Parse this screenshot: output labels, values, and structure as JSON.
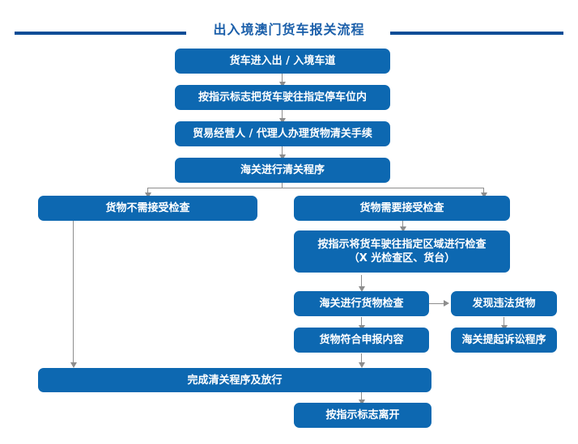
{
  "header": {
    "title": "出入境澳门货车报关流程",
    "rule_color": "#0d4d96",
    "title_color": "#1b5faa"
  },
  "theme": {
    "node_fill": "#0d68b1",
    "node_text": "#ffffff",
    "connector": "#8d8d8d",
    "background": "#ffffff"
  },
  "flow": {
    "nodes": [
      {
        "id": "n1",
        "label": "货车进入出 / 入境车道"
      },
      {
        "id": "n2",
        "label": "按指示标志把货车驶往指定停车位内"
      },
      {
        "id": "n3",
        "label": "贸易经营人 / 代理人办理货物清关手续"
      },
      {
        "id": "n4",
        "label": "海关进行清关程序"
      },
      {
        "id": "n5",
        "label": "货物不需接受检查"
      },
      {
        "id": "n6",
        "label": "货物需要接受检查"
      },
      {
        "id": "n7",
        "label": "按指示将货车驶往指定区域进行检查\n（X 光检查区、货台）"
      },
      {
        "id": "n8",
        "label": "海关进行货物检查"
      },
      {
        "id": "n9",
        "label": "发现违法货物"
      },
      {
        "id": "n10",
        "label": "货物符合申报内容"
      },
      {
        "id": "n11",
        "label": "海关提起诉讼程序"
      },
      {
        "id": "n12",
        "label": "完成清关程序及放行"
      },
      {
        "id": "n13",
        "label": "按指示标志离开"
      }
    ],
    "edges": [
      {
        "from": "n1",
        "to": "n2"
      },
      {
        "from": "n2",
        "to": "n3"
      },
      {
        "from": "n3",
        "to": "n4"
      },
      {
        "from": "n4",
        "to": "n5"
      },
      {
        "from": "n4",
        "to": "n6"
      },
      {
        "from": "n6",
        "to": "n7"
      },
      {
        "from": "n7",
        "to": "n8"
      },
      {
        "from": "n8",
        "to": "n9"
      },
      {
        "from": "n8",
        "to": "n10"
      },
      {
        "from": "n9",
        "to": "n11"
      },
      {
        "from": "n5",
        "to": "n12"
      },
      {
        "from": "n10",
        "to": "n12"
      },
      {
        "from": "n12",
        "to": "n13"
      }
    ]
  }
}
